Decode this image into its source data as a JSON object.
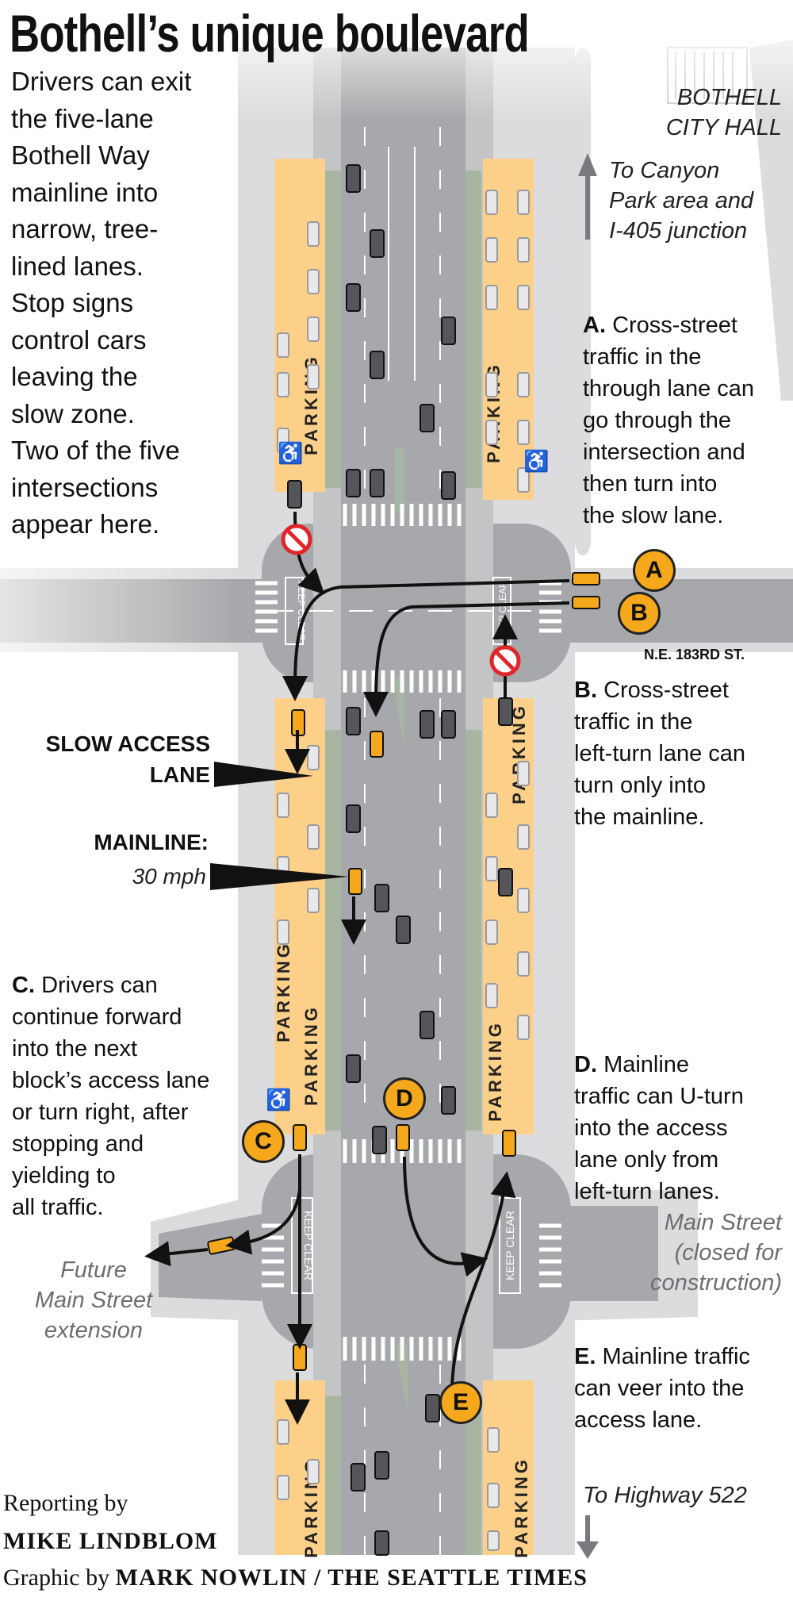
{
  "title": "Bothell’s unique boulevard",
  "intro_lines": [
    "Drivers can exit",
    "the five-lane",
    "Bothell Way",
    "mainline into",
    "narrow, tree-",
    "lined lanes.",
    "Stop signs",
    "control cars",
    "leaving the",
    "slow zone.",
    "Two of the five",
    "intersections",
    "appear here."
  ],
  "landmarks": {
    "city_hall": [
      "BOTHELL",
      "CITY HALL"
    ],
    "north_direction": [
      "To Canyon",
      "Park area and",
      "I-405 junction"
    ],
    "south_direction": "To Highway 522",
    "cross_street": "N.E. 183RD ST.",
    "main_street_closed": [
      "Main Street",
      "(closed for",
      "construction)"
    ],
    "future_main_street": [
      "Future",
      "Main Street",
      "extension"
    ]
  },
  "callouts": {
    "slow_access_lane": [
      "SLOW ACCESS",
      "LANE"
    ],
    "mainline": "MAINLINE:",
    "mainline_speed": "30 mph"
  },
  "notes": {
    "A": {
      "letter": "A.",
      "lines": [
        "Cross-street",
        "traffic in the",
        "through lane can",
        "go through the",
        "intersection and",
        "then turn into",
        "the slow lane."
      ]
    },
    "B": {
      "letter": "B.",
      "lines": [
        "Cross-street",
        "traffic in the",
        "left-turn lane can",
        "turn only into",
        "the mainline."
      ]
    },
    "C": {
      "letter": "C.",
      "lines": [
        "Drivers can",
        "continue forward",
        "into the next",
        "block’s access lane",
        "or turn right, after",
        "stopping and",
        "yielding to",
        "all traffic."
      ]
    },
    "D": {
      "letter": "D.",
      "lines": [
        "Mainline",
        "traffic can U-turn",
        "into the access",
        "lane only from",
        "left-turn lanes."
      ]
    },
    "E": {
      "letter": "E.",
      "lines": [
        "Mainline traffic",
        "can veer into the",
        "access lane."
      ]
    }
  },
  "badges": {
    "A": "A",
    "B": "B",
    "C": "C",
    "D": "D",
    "E": "E"
  },
  "map_labels": {
    "parking": "PARKING",
    "keep_clear": "KEEP CLEAR"
  },
  "credits": {
    "reporting_prefix": "Reporting by",
    "reporter": "MIKE LINDBLOM",
    "graphic_prefix": "Graphic by",
    "graphic_author": "MARK NOWLIN / THE SEATTLE TIMES"
  },
  "colors": {
    "parking": "#fdd08a",
    "median": "#a8b5a0",
    "road": "#a7a8ab",
    "sidewalk": "#dcdcde",
    "badge": "#f5a81c",
    "no_turn": "#e0262b"
  }
}
